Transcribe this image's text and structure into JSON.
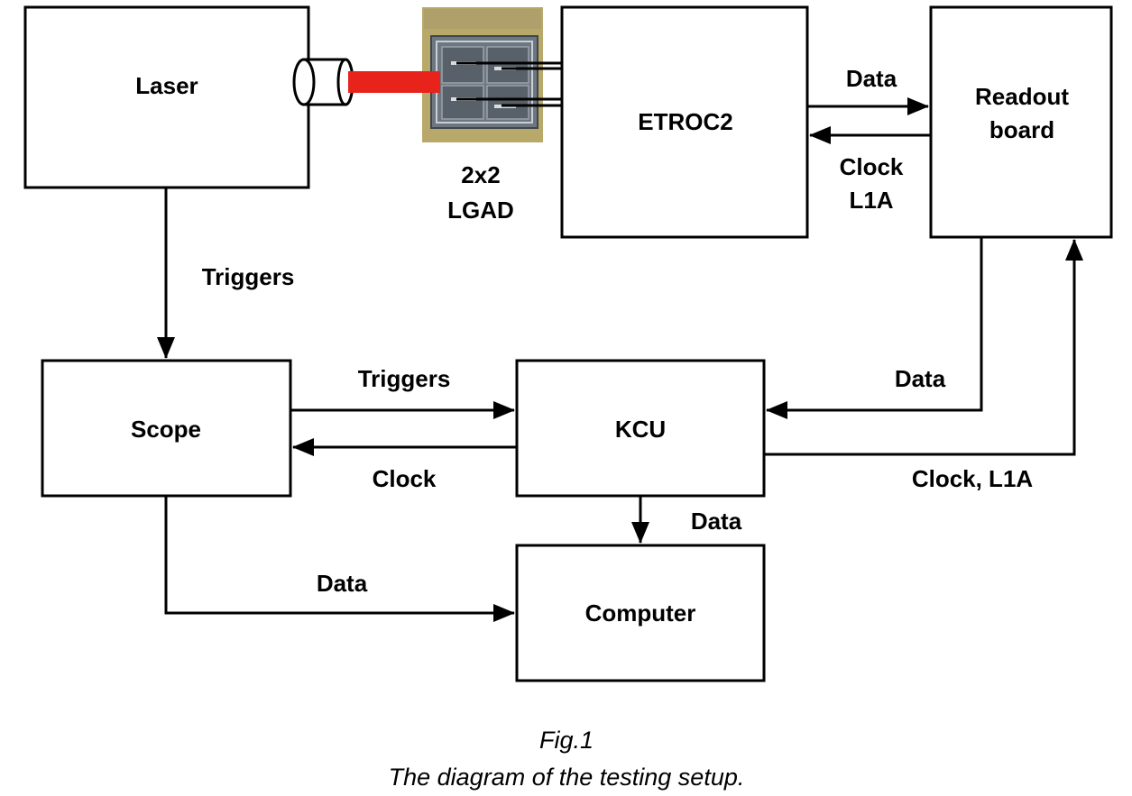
{
  "blocks": {
    "laser": "Laser",
    "etroc2": "ETROC2",
    "readout_line1": "Readout",
    "readout_line2": "board",
    "scope": "Scope",
    "kcu": "KCU",
    "computer": "Computer"
  },
  "sensor": {
    "line1": "2x2",
    "line2": "LGAD"
  },
  "connections": {
    "laser_to_scope": "Triggers",
    "scope_to_kcu": "Triggers",
    "kcu_to_scope": "Clock",
    "etroc_to_readout": "Data",
    "readout_to_etroc_line1": "Clock",
    "readout_to_etroc_line2": "L1A",
    "readout_to_kcu": "Data",
    "kcu_to_readout": "Clock, L1A",
    "kcu_to_computer": "Data",
    "scope_to_computer": "Data"
  },
  "caption": {
    "line1": "Fig.1",
    "line2": "The diagram of the testing setup."
  },
  "colors": {
    "laser_beam": "#e8231c",
    "sensor_substrate": "#b8a86a",
    "sensor_frame": "#5c6670"
  }
}
